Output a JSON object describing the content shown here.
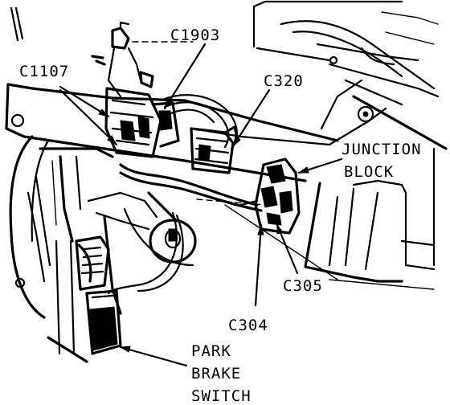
{
  "diagram": {
    "labels": {
      "c1903": "C1903",
      "c1107": "C1107",
      "c320": "C320",
      "junction_line1": "JUNCTION",
      "junction_line2": "BLOCK",
      "c305": "C305",
      "c304": "C304",
      "park_line1": "PARK",
      "park_line2": "BRAKE",
      "park_line3": "SWITCH"
    }
  }
}
